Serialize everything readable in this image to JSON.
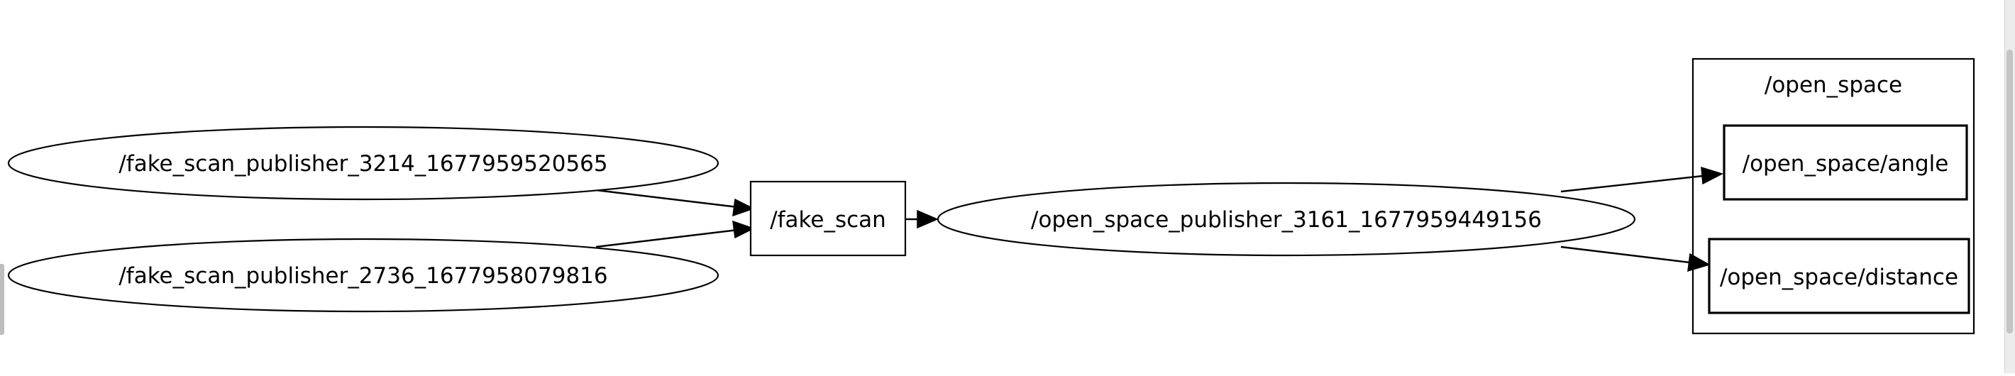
{
  "graph": {
    "nodes": {
      "fake_scan_publisher_a": "/fake_scan_publisher_3214_1677959520565",
      "fake_scan_publisher_b": "/fake_scan_publisher_2736_1677958079816",
      "fake_scan": "/fake_scan",
      "open_space_publisher": "/open_space_publisher_3161_1677959449156",
      "open_space_angle": "/open_space/angle",
      "open_space_distance": "/open_space/distance"
    },
    "cluster": {
      "label": "/open_space"
    },
    "edges": [
      {
        "from": "/fake_scan_publisher_3214_1677959520565",
        "to": "/fake_scan"
      },
      {
        "from": "/fake_scan_publisher_2736_1677958079816",
        "to": "/fake_scan"
      },
      {
        "from": "/fake_scan",
        "to": "/open_space_publisher_3161_1677959449156"
      },
      {
        "from": "/open_space_publisher_3161_1677959449156",
        "to": "/open_space/angle"
      },
      {
        "from": "/open_space_publisher_3161_1677959449156",
        "to": "/open_space/distance"
      }
    ]
  },
  "colors": {
    "background": "#ffffff",
    "stroke": "#000000"
  }
}
